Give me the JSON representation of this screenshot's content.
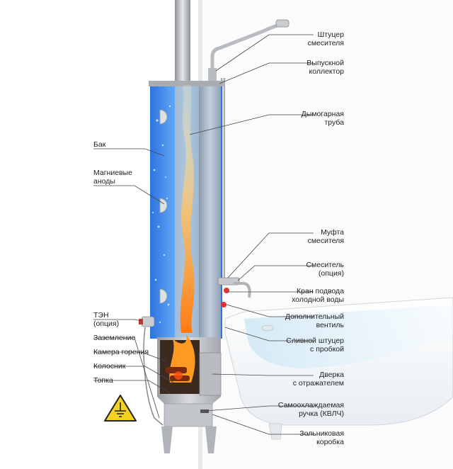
{
  "labels_right": {
    "shtutser_smesitelya": "Штуцер\nсмесителя",
    "vypusknoy_kollektor": "Выпускной\nколлектор",
    "dymogarnaya_truba": "Дымогарная\nтруба",
    "mufta_smesitelya": "Муфта\nсмесителя",
    "smesitel": "Смеситель\n(опция)",
    "kran_podvoda": "Кран подвода\nхолодной воды",
    "dop_ventil": "Дополнительный\nвентиль",
    "slivnoy_shtutser": "Сливной штуцер\nс пробкой",
    "dverka": "Дверка\nс отражателем",
    "ruchka": "Самоохлаждаемая\nручка (КВЛЧ)",
    "zolnikovaya_korobka": "Зольниковая\nкоробка"
  },
  "labels_left": {
    "bak": "Бак",
    "magnievye_anody": "Магниевые\nаноды",
    "ten": "ТЭН\n(опция)",
    "zazemlenie": "Заземление",
    "kamera_goreniya": "Камера горения",
    "kolosnik": "Колосник",
    "topka": "Топка"
  },
  "icons": {
    "ground_warning": "ground-warning-icon"
  },
  "colors": {
    "water": "#3d8ff0",
    "water_dark": "#1f5fc4",
    "steel": "#c9ccd0",
    "steel_dark": "#8c9096",
    "flame": "#f59a2a",
    "warning": "#f4d21f"
  }
}
